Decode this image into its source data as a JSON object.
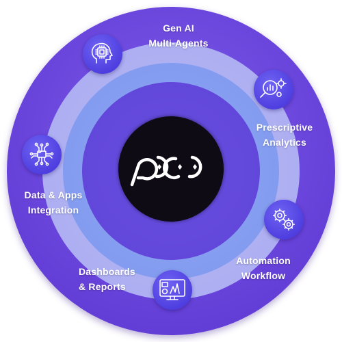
{
  "diagram": {
    "center_logo_text": "",
    "segments": [
      {
        "id": "genai",
        "line1": "Gen AI",
        "line2": "Multi-Agents",
        "icon": "brain-chip-head-icon"
      },
      {
        "id": "analytics",
        "line1": "Prescriptive",
        "line2": "Analytics",
        "icon": "analytics-magnifier-gear-icon"
      },
      {
        "id": "automation",
        "line1": "Automation",
        "line2": "Workflow",
        "icon": "gears-icon"
      },
      {
        "id": "dashboards",
        "line1": "Dashboards",
        "line2": "& Reports",
        "icon": "monitor-dashboard-icon"
      },
      {
        "id": "integration",
        "line1": "Data & Apps",
        "line2": "Integration",
        "icon": "circuit-folder-icon"
      }
    ]
  },
  "colors": {
    "outer_ring": "#6a45dc",
    "middle_ring": "#a9aaf1",
    "inner_ring": "#7f97ee",
    "core": "#0e0b14",
    "badge": "#4f3fe0",
    "text": "#ffffff"
  }
}
